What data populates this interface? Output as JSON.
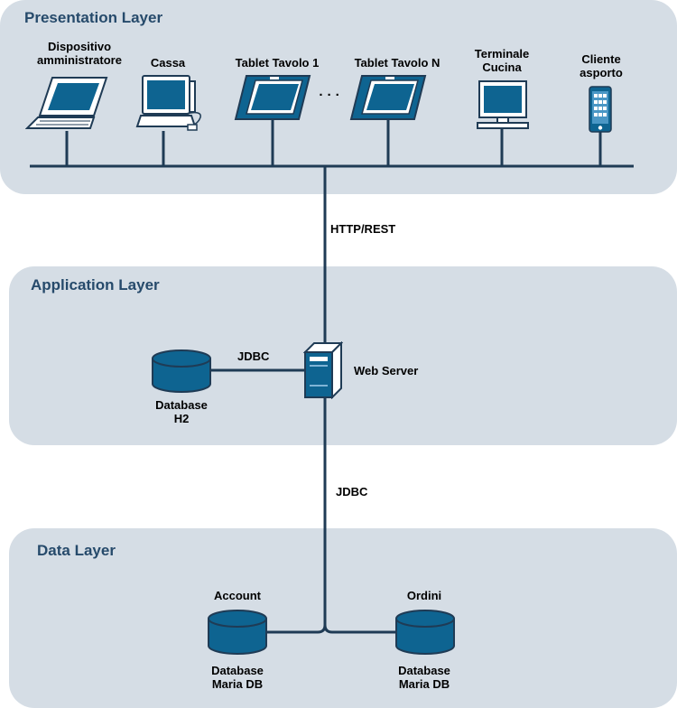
{
  "layers": {
    "presentation": {
      "title": "Presentation Layer"
    },
    "application": {
      "title": "Application Layer"
    },
    "data": {
      "title": "Data Layer"
    }
  },
  "devices": {
    "admin": {
      "label": "Dispositivo\namministratore",
      "icon": "laptop-icon"
    },
    "cassa": {
      "label": "Cassa",
      "icon": "pos-terminal-icon"
    },
    "tablet1": {
      "label": "Tablet Tavolo 1",
      "icon": "tablet-icon"
    },
    "ellipsis": "· · ·",
    "tabletN": {
      "label": "Tablet Tavolo N",
      "icon": "tablet-icon"
    },
    "kitchen": {
      "label": "Terminale\nCucina",
      "icon": "monitor-icon"
    },
    "takeaway": {
      "label": "Cliente\nasporto",
      "icon": "smartphone-icon"
    }
  },
  "connections": {
    "http": "HTTP/REST",
    "jdbc_h2": "JDBC",
    "jdbc_maria": "JDBC"
  },
  "application": {
    "webserver": {
      "label": "Web Server",
      "icon": "server-icon"
    },
    "h2": {
      "label": "Database\nH2",
      "icon": "database-icon"
    }
  },
  "data": {
    "account": {
      "title": "Account",
      "label": "Database\nMaria DB",
      "icon": "database-icon"
    },
    "ordini": {
      "title": "Ordini",
      "label": "Database\nMaria DB",
      "icon": "database-icon"
    }
  },
  "colors": {
    "layer_bg": "#d5dde5",
    "title": "#264a6b",
    "icon_fill": "#0e6491",
    "wire": "#1f3b55"
  }
}
